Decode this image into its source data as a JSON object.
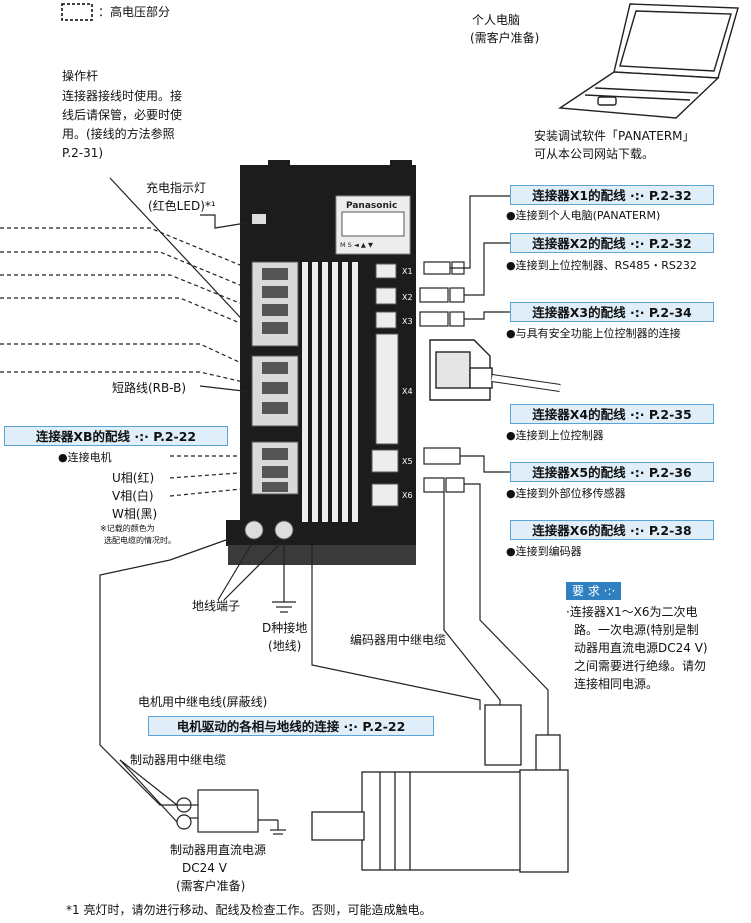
{
  "legend": {
    "hv_label": "：高电压部分"
  },
  "pc": {
    "title": "个人电脑",
    "note": "(需客户准备)"
  },
  "software_note": {
    "line1": "安装调试软件「PANATERM」",
    "line2": "可从本公司网站下载。"
  },
  "lever": {
    "title": "操作杆",
    "line1": "连接器接线时使用。接",
    "line2": "线后请保管，必要时使",
    "line3": "用。(接线的方法参照",
    "line4": "P.2-31)"
  },
  "charge_led": {
    "line1": "充电指示灯",
    "line2": "(红色LED)*¹"
  },
  "short_wire": "短路线(RB-B)",
  "driver": {
    "brand": "Panasonic",
    "buttons": "M  S  ◄  ▲  ▼"
  },
  "ports": [
    "X1",
    "X2",
    "X3",
    "X4",
    "X5",
    "X6"
  ],
  "connectors": [
    {
      "title": "连接器X1的配线 ·:· P.2-32",
      "desc": "●连接到个人电脑(PANATERM)"
    },
    {
      "title": "连接器X2的配线 ·:· P.2-32",
      "desc": "●连接到上位控制器、RS485・RS232"
    },
    {
      "title": "连接器X3的配线 ·:· P.2-34",
      "desc": "●与具有安全功能上位控制器的连接"
    },
    {
      "title": "连接器X4的配线 ·:· P.2-35",
      "desc": "●连接到上位控制器"
    },
    {
      "title": "连接器X5的配线 ·:· P.2-36",
      "desc": "●连接到外部位移传感器"
    },
    {
      "title": "连接器X6的配线 ·:· P.2-38",
      "desc": "●连接到编码器"
    }
  ],
  "xb": {
    "title": "连接器XB的配线 ·:· P.2-22",
    "desc": "●连接电机",
    "u": "U相(红)",
    "v": "V相(白)",
    "w": "W相(黑)",
    "note1": "※记载的颜色为",
    "note2": "选配电缆的情况时。"
  },
  "ground_terminal": "地线端子",
  "ground": {
    "line1": "D种接地",
    "line2": "(地线)"
  },
  "encoder_cable": "编码器用中继电缆",
  "motor_cable": "电机用中继电线(屏蔽线)",
  "motor_box": "电机驱动的各相与地线的连接 ·:· P.2-22",
  "brake_cable": "制动器用中继电缆",
  "brake_psu": {
    "line1": "制动器用直流电源",
    "line2": "DC24 V",
    "line3": "(需客户准备)"
  },
  "requirement": {
    "label": "要 求 ·:·",
    "line1": "·连接器X1～X6为二次电",
    "line2": "路。一次电源(特别是制",
    "line3": "动器用直流电源DC24 V)",
    "line4": "之间需要进行绝缘。请勿",
    "line5": "连接相同电源。"
  },
  "footnote": "*1   亮灯时，请勿进行移动、配线及检查工作。否则，可能造成触电。",
  "colors": {
    "box_fill": "#dfeef9",
    "box_border": "#5aa4d7",
    "accent": "#2f7fc1"
  }
}
